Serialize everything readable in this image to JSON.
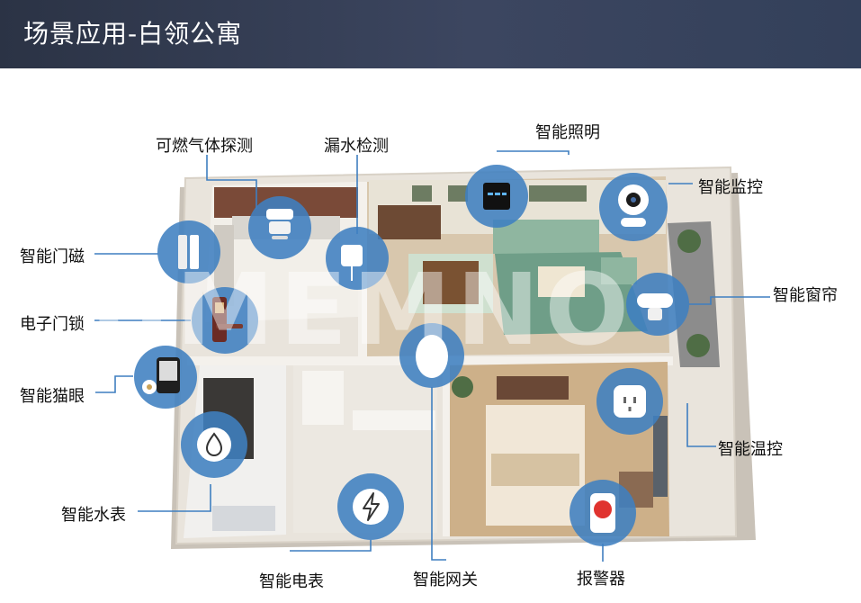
{
  "header": {
    "title": "场景应用-白领公寓"
  },
  "watermark": "UMEMNO",
  "labels": {
    "gas_detector": "可燃气体探测",
    "water_leak": "漏水检测",
    "smart_lighting": "智能照明",
    "smart_monitor": "智能监控",
    "door_sensor": "智能门磁",
    "smart_curtain": "智能窗帘",
    "electronic_lock": "电子门锁",
    "smart_peephole": "智能猫眼",
    "smart_thermostat": "智能温控",
    "smart_water_meter": "智能水表",
    "smart_meter": "智能电表",
    "smart_gateway": "智能网关",
    "alarm": "报警器"
  },
  "colors": {
    "header_bg": "#2b3345",
    "circle": "#3f7fc0",
    "leader_line": "#3f7fc0"
  },
  "icons": {
    "gas_detector": "smoke-detector-icon",
    "water_leak": "leak-sensor-icon",
    "smart_lighting": "light-switch-icon",
    "smart_monitor": "camera-icon",
    "door_sensor": "door-sensor-icon",
    "smart_curtain": "curtain-motor-icon",
    "electronic_lock": "door-lock-icon",
    "smart_peephole": "peephole-icon",
    "smart_thermostat": "socket-icon",
    "smart_water_meter": "water-drop-icon",
    "smart_meter": "lightning-icon",
    "smart_gateway": "gateway-icon",
    "alarm": "alarm-button-icon"
  }
}
